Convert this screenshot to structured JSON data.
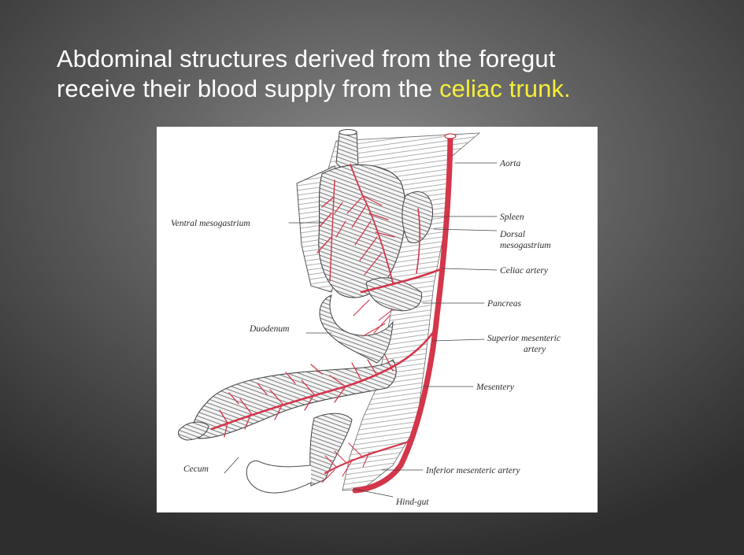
{
  "title": {
    "line1": "Abdominal structures derived from the foregut",
    "line2_prefix": "receive their blood supply from the ",
    "line2_highlight": "celiac trunk."
  },
  "colors": {
    "background": "#4a4a4a",
    "title_text": "#ffffff",
    "highlight": "#f5ee3a",
    "artery": "#d4364a"
  },
  "figure": {
    "labels": {
      "aorta": "Aorta",
      "ventral_mesogastrium": "Ventral mesogastrium",
      "spleen": "Spleen",
      "dorsal": "Dorsal",
      "mesogastrium": "mesogastrium",
      "celiac_artery": "Celiac artery",
      "pancreas": "Pancreas",
      "duodenum": "Duodenum",
      "superior_mesenteric": "Superior mesenteric",
      "artery": "artery",
      "mesentery": "Mesentery",
      "cecum": "Cecum",
      "inferior_mesenteric_artery": "Inferior mesenteric artery",
      "hind_gut": "Hind-gut"
    }
  }
}
